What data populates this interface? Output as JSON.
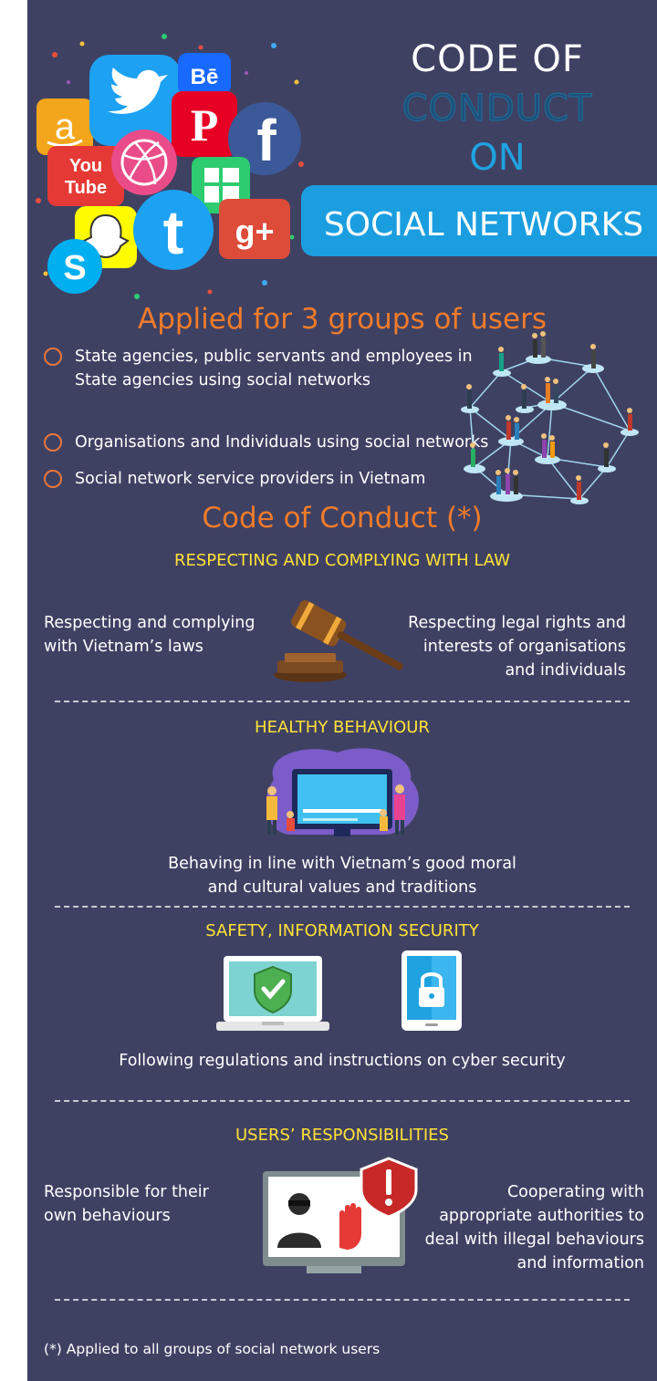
{
  "header": {
    "title_line1": "CODE OF",
    "title_line2": "CONDUCT",
    "title_line3": "ON",
    "title_line4": "SOCIAL NETWORKS"
  },
  "social_icons": {
    "amazon": "a",
    "twitter": "twitter-bird",
    "behance": "Bē",
    "pinterest": "P",
    "facebook": "f",
    "youtube_line1": "You",
    "youtube_line2": "Tube",
    "dribbble": "dribbble",
    "windows": "windows",
    "snapchat": "snapchat",
    "tumblr": "t",
    "google_plus": "g+",
    "skype": "S"
  },
  "groups": {
    "heading": "Applied for 3 groups of users",
    "items": [
      {
        "line1": "State agencies, public servants and employees in",
        "line2": "State agencies using social networks"
      },
      {
        "line1": "Organisations and Individuals using social networks",
        "line2": ""
      },
      {
        "line1": "Social network service providers in Vietnam",
        "line2": ""
      }
    ]
  },
  "conduct": {
    "heading": "Code of Conduct (*)",
    "law": {
      "heading": "RESPECTING AND COMPLYING WITH LAW",
      "left_line1": "Respecting and complying",
      "left_line2": "with Vietnam’s laws",
      "right_line1": "Respecting legal rights and",
      "right_line2": "interests of organisations",
      "right_line3": "and individuals"
    },
    "behaviour": {
      "heading": "HEALTHY BEHAVIOUR",
      "line1": "Behaving in line with Vietnam’s good moral",
      "line2": "and cultural values and traditions"
    },
    "security": {
      "heading": "SAFETY, INFORMATION SECURITY",
      "line1": "Following regulations and instructions on cyber security"
    },
    "responsibilities": {
      "heading": "USERS’ RESPONSIBILITIES",
      "left_line1": "Responsible for their",
      "left_line2": "own behaviours",
      "right_line1": "Cooperating with",
      "right_line2": "appropriate authorities to",
      "right_line3": "deal with illegal behaviours",
      "right_line4": "and information"
    }
  },
  "footnote": "(*) Applied to all groups of social network users",
  "colors": {
    "background": "#3f4163",
    "accent_orange": "#f07b2a",
    "heading_yellow": "#ffe135",
    "banner_blue": "#1b9ee0"
  }
}
